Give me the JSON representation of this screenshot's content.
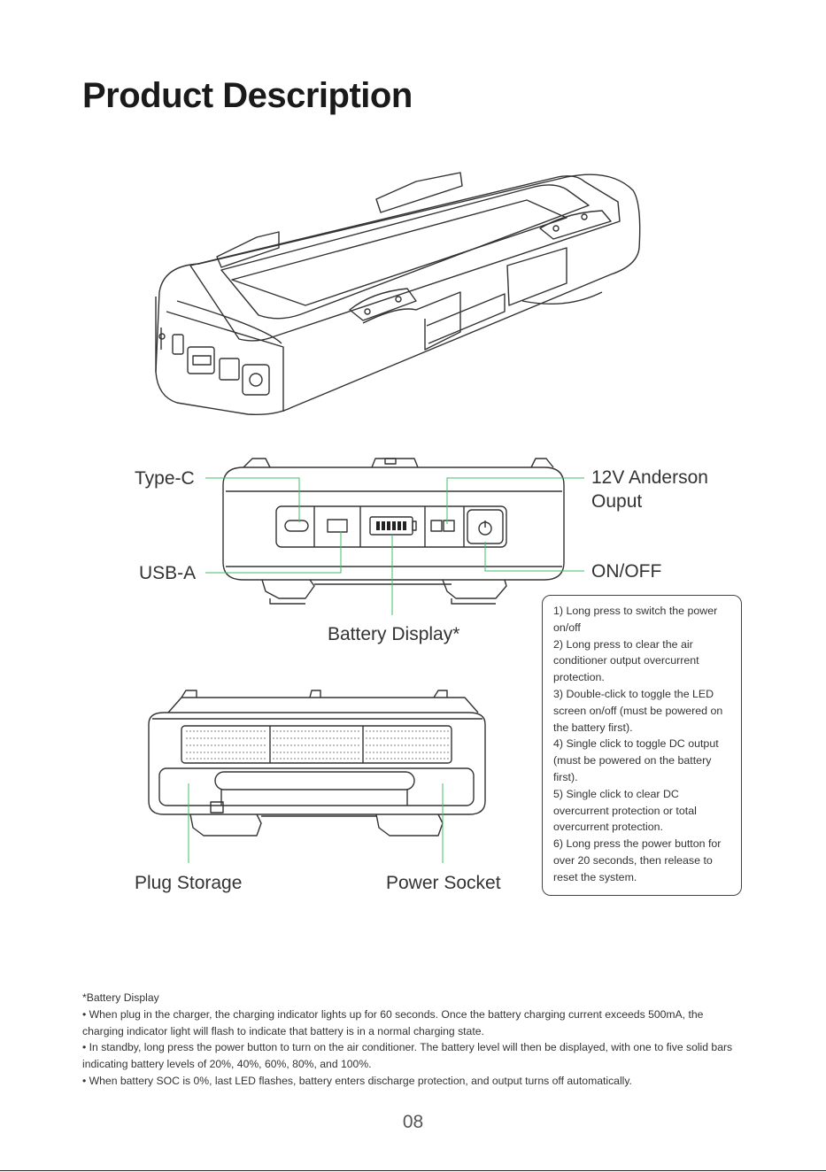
{
  "title": "Product Description",
  "labels": {
    "type_c": "Type-C",
    "usb_a": "USB-A",
    "anderson_line1": "12V Anderson",
    "anderson_line2": "Ouput",
    "on_off": "ON/OFF",
    "battery_display": "Battery Display*",
    "plug_storage": "Plug Storage",
    "power_socket": "Power Socket"
  },
  "on_off_notes": [
    "1) Long press to switch the power on/off",
    "2) Long press to clear the air conditioner output overcurrent protection.",
    "3) Double-click to toggle the LED screen on/off (must be powered on the battery first).",
    "4) Single click to toggle DC output (must be powered on the battery first).",
    "5) Single click to clear DC overcurrent protection or total overcurrent protection.",
    "6) Long press the power button for over 20 seconds, then release to reset the system."
  ],
  "footnote": {
    "heading": "*Battery Display",
    "bullets": [
      "• When plug in the charger, the charging indicator lights up for 60 seconds.  Once the battery charging current exceeds 500mA, the charging indicator light will flash to indicate that battery is in a normal charging state.",
      "• In standby, long press the power button to turn on the air conditioner. The battery level will then be displayed, with one to five solid bars indicating battery levels of 20%, 40%, 60%, 80%, and 100%.",
      "• When battery SOC is 0%, last LED flashes, battery enters discharge protection, and output turns off automatically."
    ]
  },
  "page_number": "08",
  "colors": {
    "leader_line": "#3fbf6a",
    "outline": "#333333"
  }
}
